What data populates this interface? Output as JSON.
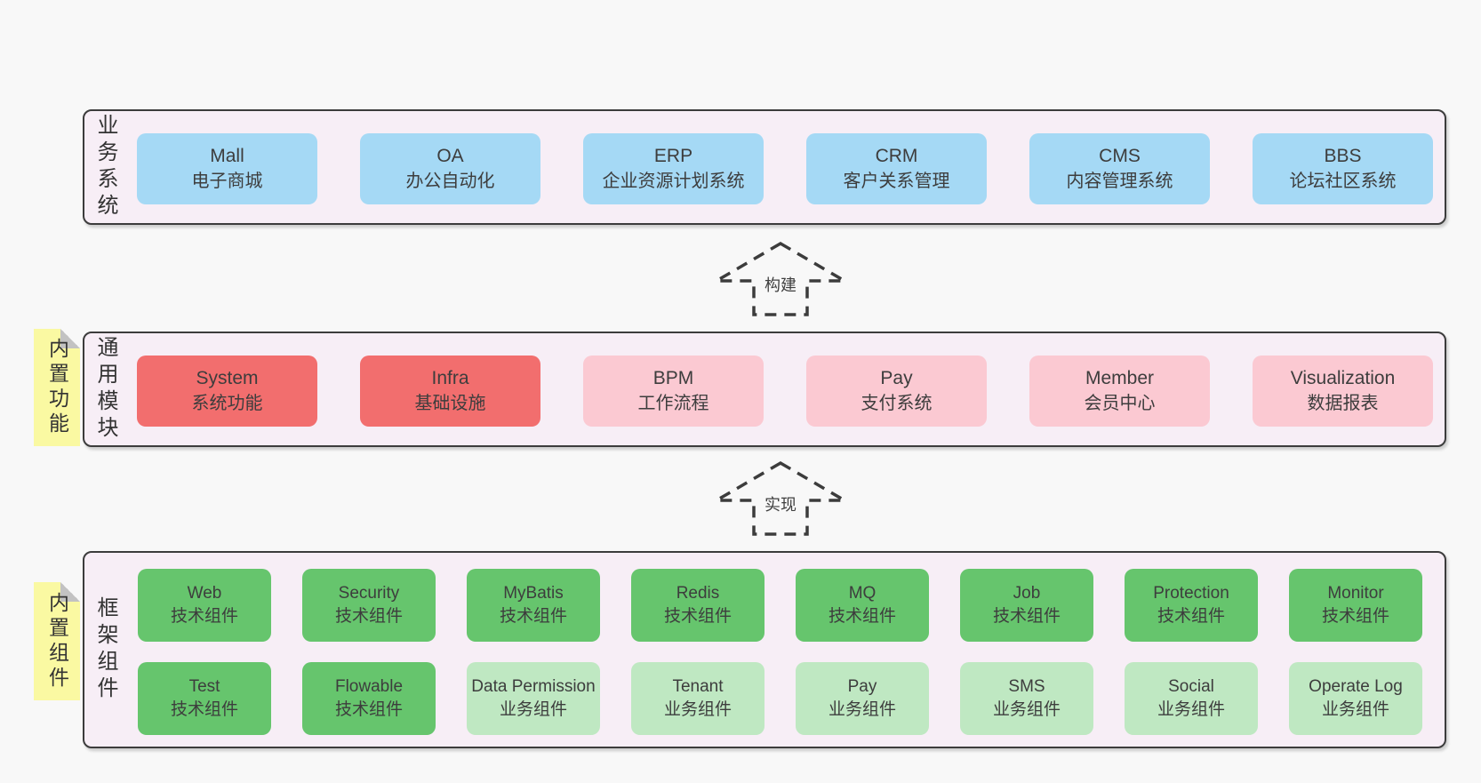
{
  "colors": {
    "page_bg": "#f8f8f8",
    "panel_bg": "#f7eef6",
    "panel_border": "#3c3c3c",
    "blue": "#a5d9f5",
    "red": "#f26e6e",
    "pink": "#fbc9d2",
    "green": "#66c56d",
    "light_green": "#bfe8c2",
    "note_yellow": "#faf9a2",
    "note_fold_gray": "#c2c2c2",
    "text": "#3d3d3d"
  },
  "sections": {
    "business": {
      "label": "业务系统",
      "boxes": [
        {
          "name": "Mall",
          "desc": "电子商城"
        },
        {
          "name": "OA",
          "desc": "办公自动化"
        },
        {
          "name": "ERP",
          "desc": "企业资源计划系统"
        },
        {
          "name": "CRM",
          "desc": "客户关系管理"
        },
        {
          "name": "CMS",
          "desc": "内容管理系统"
        },
        {
          "name": "BBS",
          "desc": "论坛社区系统"
        }
      ]
    },
    "modules": {
      "label": "通用模块",
      "note": "内置功能",
      "boxes": [
        {
          "name": "System",
          "desc": "系统功能"
        },
        {
          "name": "Infra",
          "desc": "基础设施"
        },
        {
          "name": "BPM",
          "desc": "工作流程"
        },
        {
          "name": "Pay",
          "desc": "支付系统"
        },
        {
          "name": "Member",
          "desc": "会员中心"
        },
        {
          "name": "Visualization",
          "desc": "数据报表"
        }
      ]
    },
    "components": {
      "label": "框架组件",
      "note": "内置组件",
      "row1": [
        {
          "name": "Web",
          "desc": "技术组件"
        },
        {
          "name": "Security",
          "desc": "技术组件"
        },
        {
          "name": "MyBatis",
          "desc": "技术组件"
        },
        {
          "name": "Redis",
          "desc": "技术组件"
        },
        {
          "name": "MQ",
          "desc": "技术组件"
        },
        {
          "name": "Job",
          "desc": "技术组件"
        },
        {
          "name": "Protection",
          "desc": "技术组件"
        },
        {
          "name": "Monitor",
          "desc": "技术组件"
        }
      ],
      "row2": [
        {
          "name": "Test",
          "desc": "技术组件"
        },
        {
          "name": "Flowable",
          "desc": "技术组件"
        },
        {
          "name": "Data Permission",
          "desc": "业务组件"
        },
        {
          "name": "Tenant",
          "desc": "业务组件"
        },
        {
          "name": "Pay",
          "desc": "业务组件"
        },
        {
          "name": "SMS",
          "desc": "业务组件"
        },
        {
          "name": "Social",
          "desc": "业务组件"
        },
        {
          "name": "Operate Log",
          "desc": "业务组件"
        }
      ]
    }
  },
  "arrows": {
    "build": "构建",
    "implement": "实现"
  }
}
